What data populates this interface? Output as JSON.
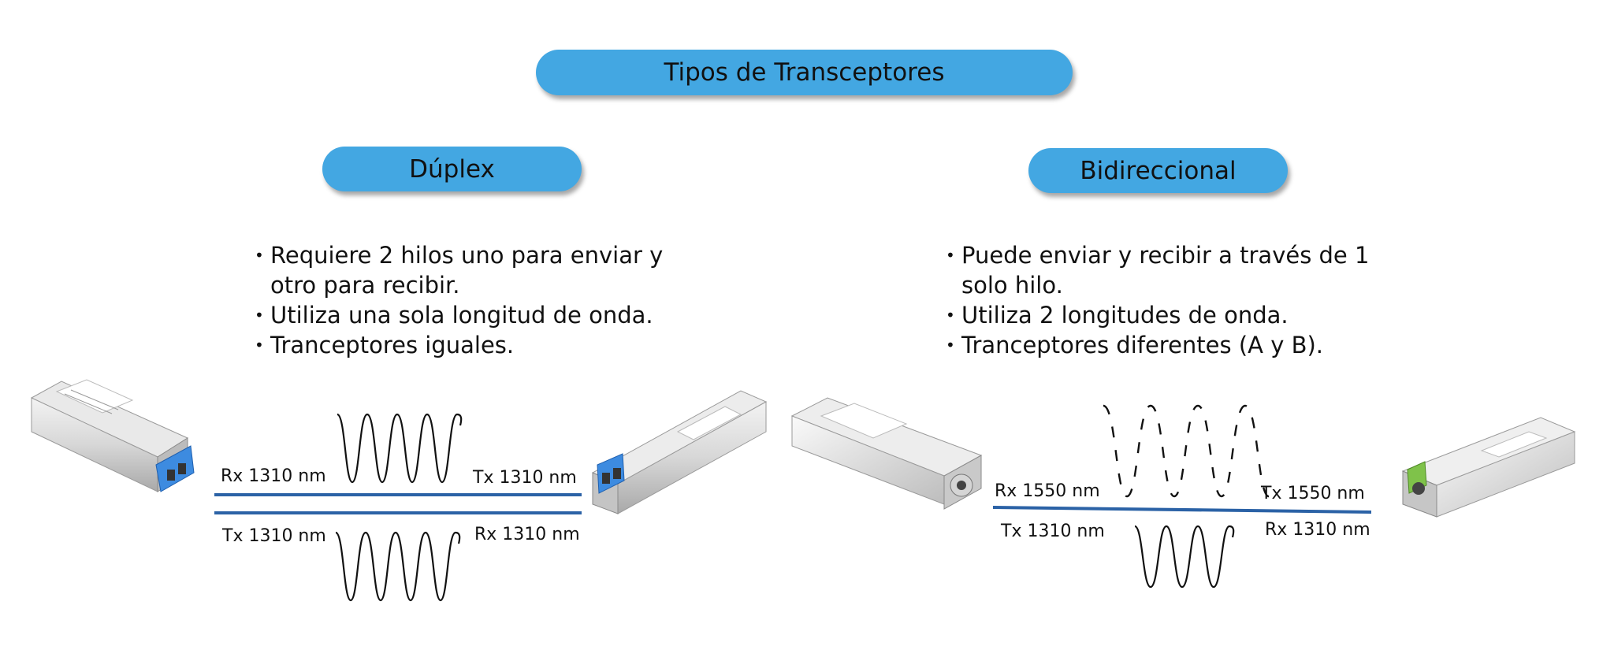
{
  "header": {
    "title": "Tipos de Transceptores"
  },
  "duplex": {
    "title": "Dúplex",
    "bullets": [
      "Requiere 2 hilos uno para enviar y otro para recibir.",
      "Utiliza una sola longitud de onda.",
      "Tranceptores iguales."
    ],
    "labels": {
      "top_left": "Rx 1310 nm",
      "top_right": "Tx 1310 nm",
      "bottom_left": "Tx 1310 nm",
      "bottom_right": "Rx 1310 nm"
    }
  },
  "bidi": {
    "title": "Bidireccional",
    "bullets": [
      "Puede enviar y recibir a través de 1 solo hilo.",
      "Utiliza 2 longitudes de onda.",
      "Tranceptores diferentes (A y B)."
    ],
    "labels": {
      "top_left": "Rx 1550 nm",
      "top_right": "Tx 1550 nm",
      "bottom_left": "Tx 1310 nm",
      "bottom_right": "Rx 1310 nm"
    }
  },
  "colors": {
    "pill": "#43a7e2",
    "fiber": "#2b62a6",
    "duplex_latch": "#3d8be0",
    "bidi_latch": "#7fc24a"
  },
  "icons": [
    "sfp-transceiver-icon"
  ]
}
